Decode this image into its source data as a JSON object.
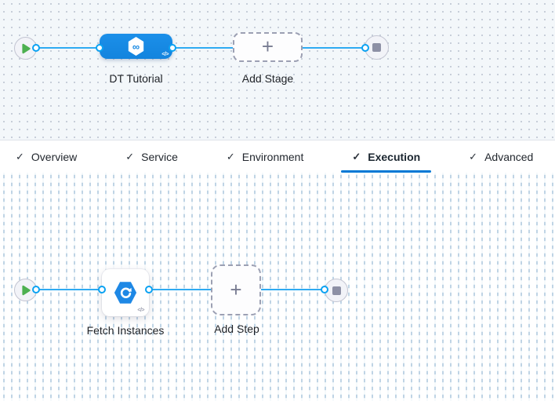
{
  "stage_graph": {
    "stage_label": "DT Tutorial",
    "add_stage_label": "Add Stage"
  },
  "tab_bar": {
    "active_tab": "Execution",
    "tabs": [
      {
        "label": "Overview",
        "checked": true
      },
      {
        "label": "Service",
        "checked": true
      },
      {
        "label": "Environment",
        "checked": true
      },
      {
        "label": "Execution",
        "checked": true
      },
      {
        "label": "Advanced",
        "checked": true
      }
    ]
  },
  "execution_graph": {
    "step_label": "Fetch Instances",
    "add_step_label": "Add Step"
  },
  "icons": {
    "check": "✓",
    "plus": "+",
    "code": "</>",
    "infinity": "∞"
  },
  "colors": {
    "connector_blue": "#2fabf2",
    "port_ring_blue": "#0ba2f2",
    "stage_node_blue": "#1689e4",
    "step_icon_blue": "#1e88e5",
    "active_tab_underline": "#0278d5",
    "play_green": "#4db050",
    "stop_gray": "#8d90a5",
    "stage_canvas_bg": "#f3f7fa"
  }
}
